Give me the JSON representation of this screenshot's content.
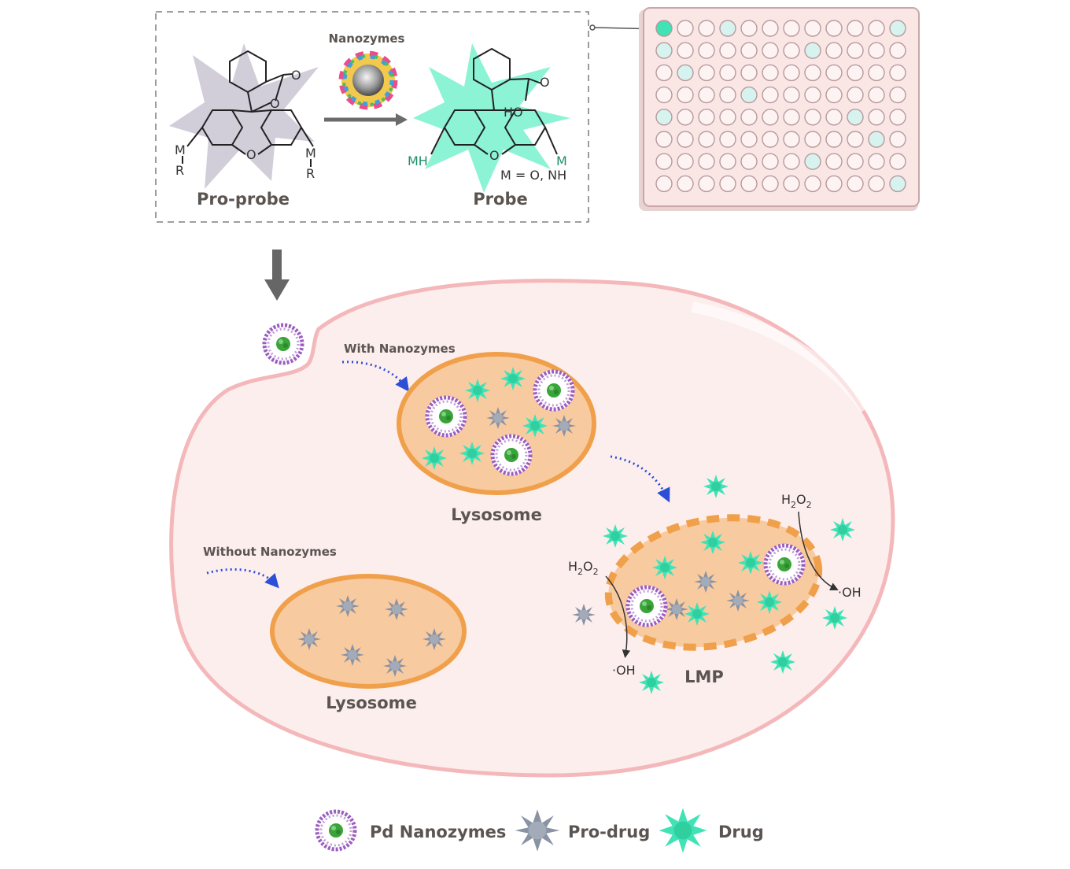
{
  "colors": {
    "drug": "#3fe3b6",
    "pro_drug": "#8a93a3",
    "lysosome_border": "#f0a04a",
    "lysosome_fill": "#f8caa0",
    "cell_border": "#f4b8bb",
    "cell_fill": "#fdeeee",
    "nanozyme_shell": "#9b5ec0",
    "nanozyme_core": "#3aa33a",
    "arrow_blue": "#2c4fd8",
    "plate_fill": "#fbe6e6",
    "well_lit": "#d6f3ef"
  },
  "reaction_box": {
    "nanozymes_label": "Nanozymes",
    "pro_probe_label": "Pro-probe",
    "probe_label": "Probe",
    "pro_probe_chem": {
      "m_left": "M",
      "r_left": "R",
      "m_right": "M",
      "r_right": "R",
      "o_ring": "O",
      "o_carbonyl": "O",
      "o_lactone": "O"
    },
    "probe_chem": {
      "mh": "MH",
      "o_ring": "O",
      "m_right": "M",
      "ho": "HO",
      "o_carbonyl": "O",
      "m_definition": "M = O, NH"
    }
  },
  "well_plate": {
    "rows": 8,
    "cols": 12,
    "highlight_wells": [
      [
        0,
        0
      ],
      [
        0,
        3
      ],
      [
        0,
        11
      ],
      [
        1,
        0
      ],
      [
        1,
        7
      ],
      [
        2,
        1
      ],
      [
        3,
        4
      ],
      [
        4,
        0
      ],
      [
        4,
        9
      ],
      [
        5,
        10
      ],
      [
        6,
        7
      ],
      [
        7,
        11
      ]
    ],
    "active_well": [
      0,
      0
    ]
  },
  "cell": {
    "with_nanozymes_label": "With Nanozymes",
    "without_nanozymes_label": "Without Nanozymes",
    "lysosome_label_top": "Lysosome",
    "lysosome_label_bottom": "Lysosome",
    "lmp_label": "LMP",
    "h2o2_left": {
      "main": "H",
      "sub1": "2",
      "mid": "O",
      "sub2": "2"
    },
    "h2o2_right": {
      "main": "H",
      "sub1": "2",
      "mid": "O",
      "sub2": "2"
    },
    "oh_left": "·OH",
    "oh_right": "·OH"
  },
  "legend": {
    "items": [
      {
        "label": "Pd Nanozymes",
        "icon": "pd-nanozyme-icon"
      },
      {
        "label": "Pro-drug",
        "icon": "pro-drug-icon"
      },
      {
        "label": "Drug",
        "icon": "drug-icon"
      }
    ]
  }
}
